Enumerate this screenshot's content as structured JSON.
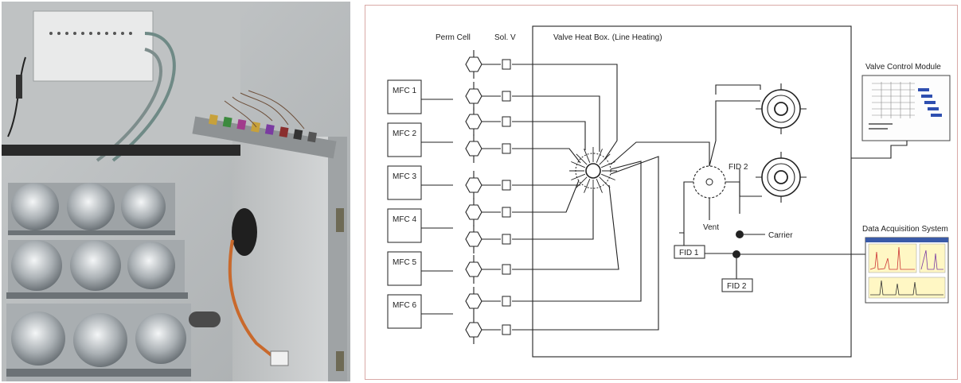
{
  "diagram": {
    "labels": {
      "perm_cell": "Perm Cell",
      "sol_v": "Sol. V",
      "valve_heat_box": "Valve Heat Box. (Line Heating)",
      "valve_control_module": "Valve Control Module",
      "data_acquisition_system": "Data Acquisition System",
      "vent": "Vent",
      "carrier": "Carrier",
      "fid_inner": "FID 2",
      "fid1": "FID 1",
      "fid2": "FID 2"
    },
    "mfc": [
      "MFC 1",
      "MFC 2",
      "MFC 3",
      "MFC 4",
      "MFC 5",
      "MFC 6"
    ]
  },
  "colors": {
    "panel_border": "#d9a9a6",
    "line": "#222222",
    "photo_wall": "#b9bcbd",
    "chrome": "#cfd3d6",
    "chart_bg": "#fff7c4"
  }
}
